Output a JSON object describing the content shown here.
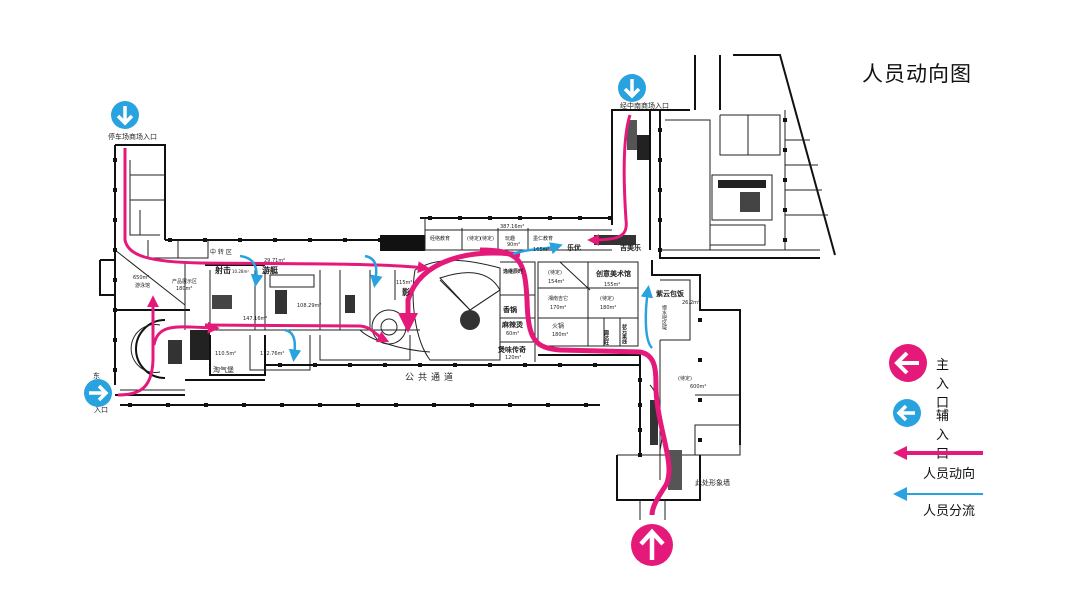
{
  "title": "人员动向图",
  "colors": {
    "main_flow": "#e5197a",
    "branch_flow": "#29a3df",
    "wall": "#111111"
  },
  "legend": {
    "main_entrance": {
      "icon": "magenta-left-arrow-circle-icon",
      "label": "主入口"
    },
    "aux_entrance": {
      "icon": "blue-left-arrow-circle-icon",
      "label": "辅入口"
    },
    "people_flow": {
      "icon": "magenta-arrow-line-icon",
      "label": "人员动向"
    },
    "people_branch": {
      "icon": "blue-arrow-line-icon",
      "label": "人员分流"
    }
  },
  "entrances": {
    "parking": "停车场商场入口",
    "north": "经中南商场入口",
    "west_top": "东",
    "west_bottom": "入口"
  },
  "rooms": {
    "r_650": {
      "area": "650m²",
      "name": "游泳馆"
    },
    "r_product": {
      "name": "产品展示区",
      "area": "180m²"
    },
    "sheji": {
      "name": "射击",
      "area": "10.28m²"
    },
    "youting": {
      "name": "游艇",
      "area": "29.71m²"
    },
    "r147": "147.16m²",
    "r108": "108.29m²",
    "r115": "115m²",
    "dianying": "影",
    "r110": "110.5m²",
    "r112": "112.76m²",
    "taoqibao": "淘气堡",
    "corridor": "公共通道",
    "corridor_top": "中    转    区",
    "r387": "387.16m²",
    "top_rooms": [
      "经络教育",
      "(待定)",
      "(待定)",
      "玩趣",
      "墨仁教育"
    ],
    "wanqu_area": "90m²",
    "r165": "165m²",
    "leyou": "乐优",
    "jimeile": "吉美乐",
    "luoshan": "逸继辰时",
    "xiangguo": "香锅",
    "malatang": {
      "name": "麻辣烫",
      "area": "60m²"
    },
    "yanweichuanqi": {
      "name": "煲味传奇",
      "area": "120m²"
    },
    "tbd154": {
      "name": "(待定)",
      "area": "154m²"
    },
    "chuangyi": {
      "name": "创意美术馆",
      "area": "155m²"
    },
    "hunan": {
      "name": "湘南吉它",
      "area": "170m²"
    },
    "tbd180": {
      "name": "(待定)",
      "area": "180m²"
    },
    "huoguo": {
      "name": "火锅",
      "area": "180m²"
    },
    "yuanda": "圆达旺",
    "zhuangyuan": "状元果线",
    "ziyun": {
      "name": "紫云包饭",
      "area": "26.2m²"
    },
    "tbd600": {
      "name": "(待定)",
      "area": "600m²"
    },
    "shuiba": "慢水吧区域",
    "image_wall": "此处形象墙"
  }
}
